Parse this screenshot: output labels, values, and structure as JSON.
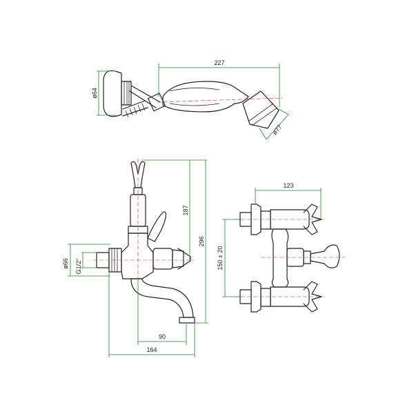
{
  "dimensions": {
    "handshower_length": "227",
    "handshower_holder_dia": "ø64",
    "handshower_head_dia": "ø77",
    "cradle_height": "187",
    "total_height": "296",
    "wall_dia": "ø66",
    "thread": "G1/2\"",
    "spout_reach": "90",
    "total_depth": "164",
    "width": "123",
    "centers": "150 ± 20"
  },
  "colors": {
    "line": "#222222",
    "dimension": "#2e7d32",
    "centerline": "#c62828"
  }
}
